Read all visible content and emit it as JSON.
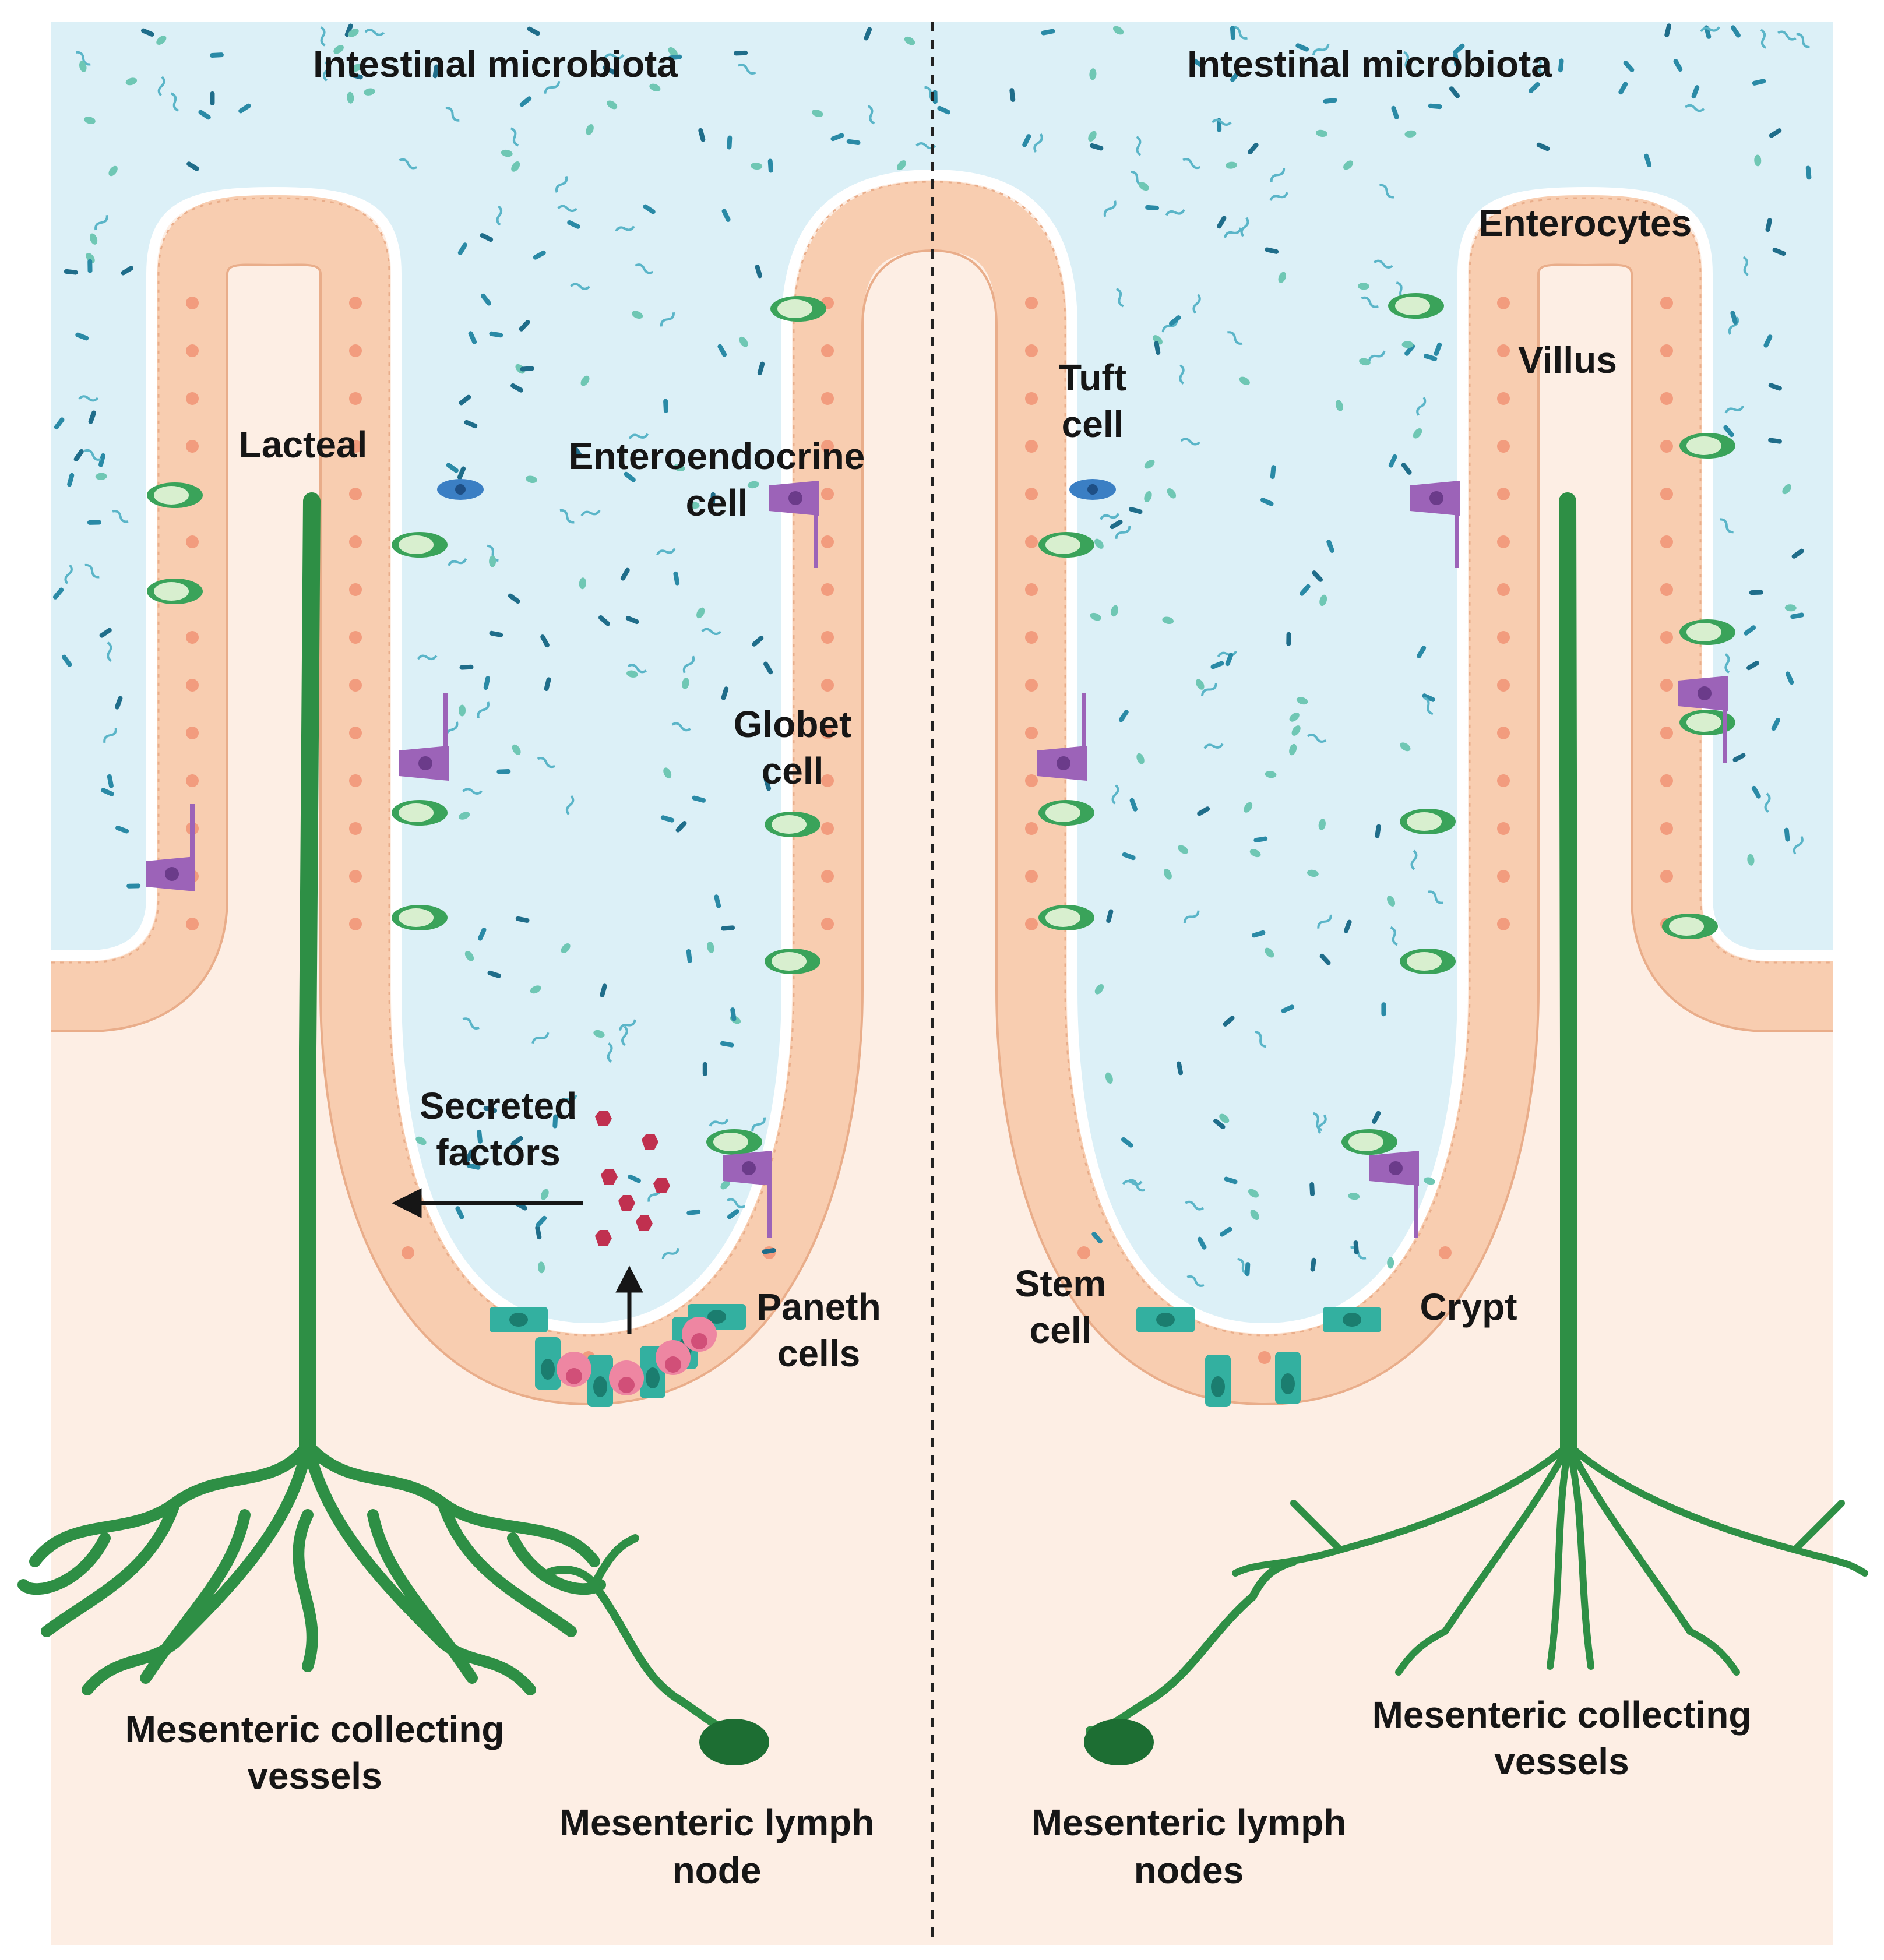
{
  "colors": {
    "lumen": "#dcf0f7",
    "tissue": "#fdeee4",
    "epithelium": "#f8cdb0",
    "epithelium_edge": "#e9ad8a",
    "nucleus": "#f29c7e",
    "lymphatic": "#2e8f45",
    "lymphatic_dark": "#1d6e33",
    "goblet": "#3aa35a",
    "enteroendocrine": "#9c63b8",
    "tuft": "#3b7fc4",
    "stem": "#33b0a0",
    "paneth": "#ee86a2",
    "secreted": "#c0304f",
    "bacteria": "#2a8aa6"
  },
  "left_panel": {
    "title": "Intestinal microbiota",
    "labels": {
      "lacteal": "Lacteal",
      "enteroendocrine": [
        "Enteroendocrine",
        "cell"
      ],
      "globet": [
        "Globet",
        "cell"
      ],
      "secreted": [
        "Secreted",
        "factors"
      ],
      "paneth": [
        "Paneth",
        "cells"
      ],
      "vessels": [
        "Mesenteric collecting",
        "vessels"
      ],
      "node": [
        "Mesenteric lymph",
        "node"
      ]
    }
  },
  "right_panel": {
    "title": "Intestinal microbiota",
    "labels": {
      "enterocytes": "Enterocytes",
      "villus": "Villus",
      "tuft": [
        "Tuft",
        "cell"
      ],
      "stem": [
        "Stem",
        "cell"
      ],
      "crypt": "Crypt",
      "vessels": [
        "Mesenteric collecting",
        "vessels"
      ],
      "nodes": [
        "Mesenteric lymph",
        "nodes"
      ]
    }
  }
}
